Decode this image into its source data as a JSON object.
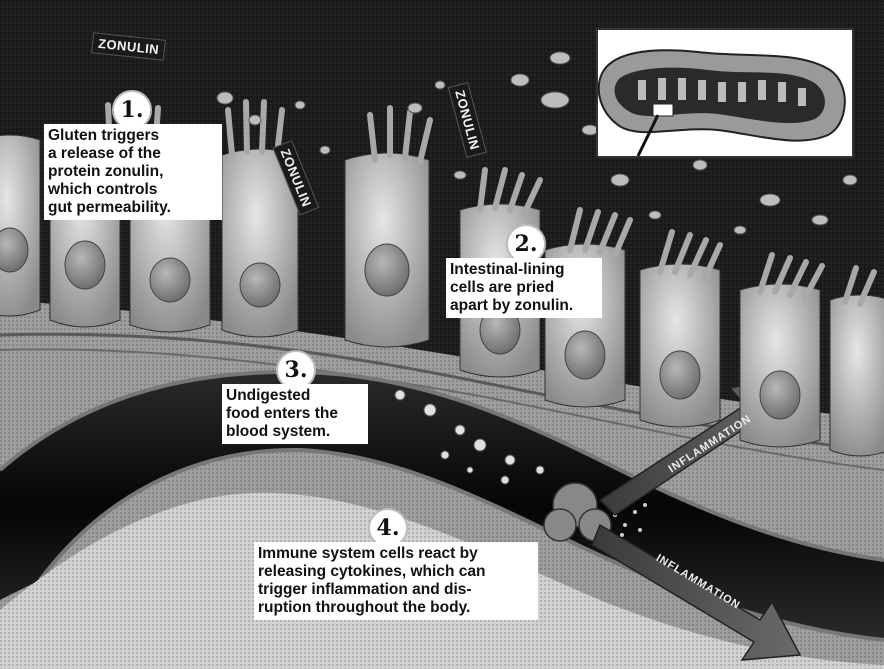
{
  "labels": {
    "zonulin_tag_1": "ZONULIN",
    "zonulin_tag_2": "ZONULIN",
    "zonulin_tag_3": "ZONULIN",
    "arrow_upper": "INFLAMMATION",
    "arrow_lower": "INFLAMMATION"
  },
  "steps": [
    {
      "number": "1.",
      "lines": [
        "Gluten triggers",
        "a release of the",
        "protein zonulin,",
        "which controls",
        "gut permeability."
      ]
    },
    {
      "number": "2.",
      "lines": [
        "Intestinal-lining",
        "cells are pried",
        "apart by zonulin."
      ]
    },
    {
      "number": "3.",
      "lines": [
        "Undigested",
        "food enters the",
        "blood system."
      ]
    },
    {
      "number": "4.",
      "lines": [
        "Immune system cells react by",
        "releasing cytokines, which can",
        "trigger inflammation and dis-",
        "ruption throughout the body."
      ]
    }
  ],
  "colors": {
    "background": "#1c1c1c",
    "cell": "#b8b8b8",
    "vessel": "#0c0c0c",
    "arrow": "#4a4a4a"
  }
}
